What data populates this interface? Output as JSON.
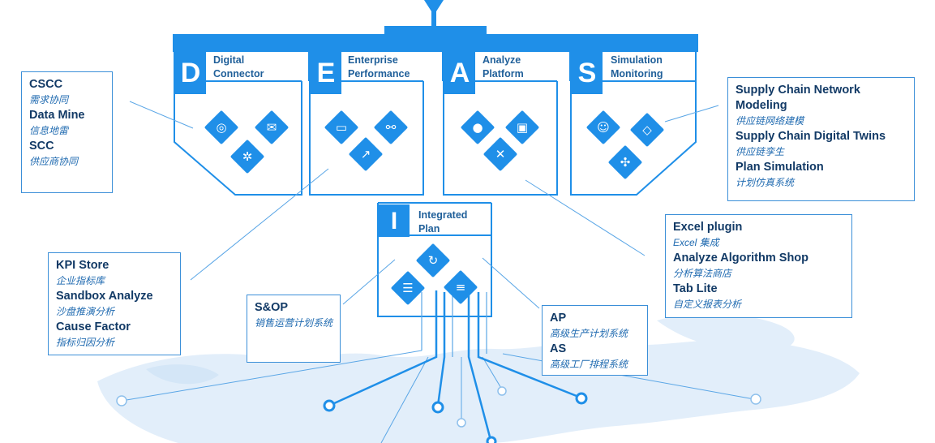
{
  "colors": {
    "accent": "#1f8fe8",
    "line": "#5aa6e6",
    "map": "#dcebf8",
    "text": "#123a66",
    "subtext": "#1f6ab0"
  },
  "modules": [
    {
      "letter": "D",
      "title_line1": "Digital",
      "title_line2": "Connector",
      "icons": [
        "rings-icon",
        "chat-bubble-icon",
        "network-star-icon"
      ]
    },
    {
      "letter": "E",
      "title_line1": "Enterprise",
      "title_line2": "Performance",
      "icons": [
        "monitor-icon",
        "share-nodes-icon",
        "growth-chart-icon"
      ]
    },
    {
      "letter": "A",
      "title_line1": "Analyze",
      "title_line2": "Platform",
      "icons": [
        "circle-target-icon",
        "chip-icon",
        "excel-icon"
      ]
    },
    {
      "letter": "S",
      "title_line1": "Simulation",
      "title_line2": "Monitoring",
      "icons": [
        "robot-icon",
        "diamond-link-icon",
        "hex-network-icon"
      ]
    }
  ],
  "integrated": {
    "letter": "I",
    "title_line1": "Integrated",
    "title_line2": "Plan",
    "icons": [
      "cycle-icon",
      "clipboard-icon",
      "gantt-icon"
    ]
  },
  "boxes": {
    "dc": [
      {
        "title": "CSCC",
        "sub": "需求协同"
      },
      {
        "title": "Data Mine",
        "sub": "信息地雷"
      },
      {
        "title": "SCC",
        "sub": "供应商协同"
      }
    ],
    "sim": [
      {
        "title": "Supply Chain Network",
        "sub": ""
      },
      {
        "title": "Modeling",
        "sub": "供应链网络建模"
      },
      {
        "title": "Supply Chain Digital Twins",
        "sub": "供应链孪生"
      },
      {
        "title": "Plan Simulation",
        "sub": "计划仿真系统"
      }
    ],
    "analyze": [
      {
        "title": "Excel plugin",
        "sub": "Excel 集成"
      },
      {
        "title": "Analyze Algorithm Shop",
        "sub": "分析算法商店"
      },
      {
        "title": "Tab Lite",
        "sub": "自定义报表分析"
      }
    ],
    "kpi": [
      {
        "title": "KPI Store",
        "sub": "企业指标库"
      },
      {
        "title": "Sandbox Analyze",
        "sub": "沙盘推演分析"
      },
      {
        "title": "Cause Factor",
        "sub": "指标归因分析"
      }
    ],
    "sop": [
      {
        "title": "S&OP",
        "sub": "销售运营计划系统"
      }
    ],
    "ap": [
      {
        "title": "AP",
        "sub": "高级生产计划系统"
      },
      {
        "title": "AS",
        "sub": "高级工厂排程系统"
      }
    ]
  }
}
